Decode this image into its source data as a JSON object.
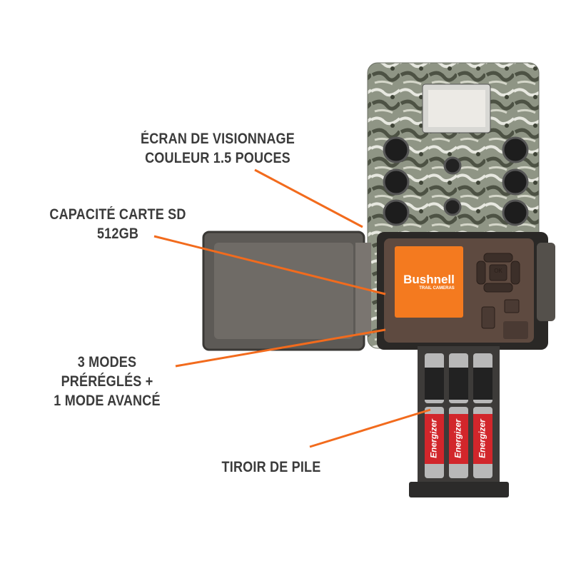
{
  "callouts": {
    "screen": [
      "ÉCRAN DE VISIONNAGE",
      "COULEUR 1.5 POUCES"
    ],
    "sd": [
      "CAPACITÉ CARTE SD",
      "512GB"
    ],
    "modes": [
      "3 MODES",
      "PRÉRÉGLÉS +",
      "1 MODE AVANCÉ"
    ],
    "battery": [
      "TIROIR DE PILE"
    ]
  },
  "product": {
    "brand": "Bushnell",
    "subbrand": "TRAIL CAMERAS",
    "ok_button": "OK",
    "battery_brand": "Energizer"
  },
  "colors": {
    "accent": "#f26b1d",
    "text": "#3b3b3b"
  }
}
